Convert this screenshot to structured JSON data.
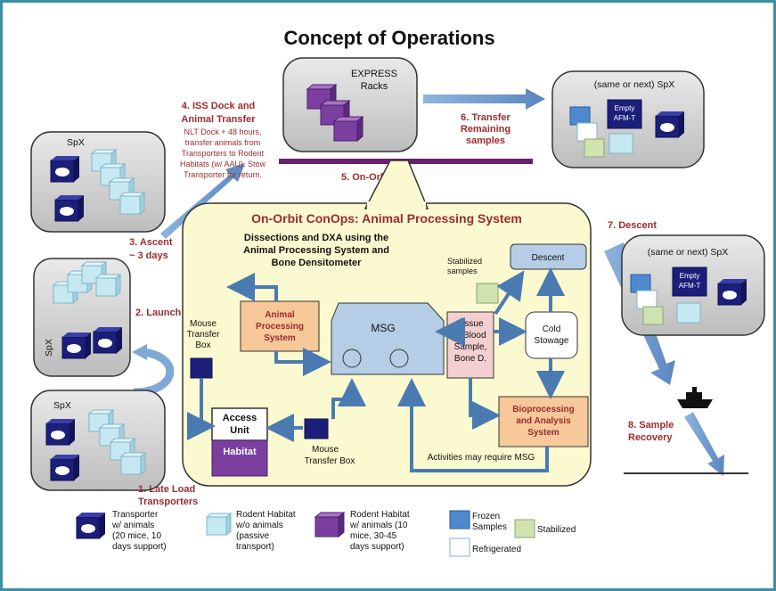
{
  "title": "Concept of Operations",
  "express": {
    "label1": "EXPRESS",
    "label2": "Racks"
  },
  "spx_top_right": {
    "label": "(same or next) SpX",
    "empty1": "Empty",
    "empty2": "AFM-T"
  },
  "spx_right": {
    "label": "(same or next) SpX",
    "empty1": "Empty",
    "empty2": "AFM-T"
  },
  "spx_left_top": {
    "label": "SpX"
  },
  "spx_left_mid": {
    "label": "SpX"
  },
  "spx_left_bottom": {
    "label": "SpX"
  },
  "steps": {
    "s1a": "1. Late Load",
    "s1b": "Transporters",
    "s2": "2. Launch",
    "s3a": "3. Ascent",
    "s3b": "~ 3 days",
    "s4a": "4.  ISS Dock and",
    "s4b": "Animal Transfer",
    "s4_desc": [
      "NLT Dock + 48 hours,",
      "transfer animals from",
      "Transporters to Rodent",
      "Habitats (w/ AAU). Stow",
      "Transporter for return."
    ],
    "s5": "5. On-Orbit",
    "s6a": "6. Transfer",
    "s6b": "Remaining",
    "s6c": "samples",
    "s7": "7. Descent",
    "s8a": "8. Sample",
    "s8b": "Recovery"
  },
  "onorbit": {
    "title": "On-Orbit ConOps: Animal Processing System",
    "subtitle": [
      "Dissections and DXA using the",
      "Animal Processing System and",
      "Bone Densitometer"
    ],
    "stabilized_samples": [
      "Stabilized",
      "samples"
    ],
    "descent": "Descent",
    "animal_processing": [
      "Animal",
      "Processing",
      "System"
    ],
    "mouse_transfer_box_top": [
      "Mouse",
      "Transfer",
      "Box"
    ],
    "msg": "MSG",
    "tissue": [
      "Tissue",
      "& Blood",
      "Sample,",
      "Bone D."
    ],
    "cold_stowage": [
      "Cold",
      "Stowage"
    ],
    "bioprocessing": [
      "Bioprocessing",
      "and Analysis",
      "System"
    ],
    "access_unit": [
      "Access",
      "Unit"
    ],
    "habitat": "Habitat",
    "mouse_transfer_box_bottom": [
      "Mouse",
      "Transfer Box"
    ],
    "activities": "Activities may require MSG"
  },
  "legend": {
    "transporter": [
      "Transporter",
      "w/ animals",
      "(20 mice, 10",
      "days support)"
    ],
    "rodent_empty": [
      "Rodent Habitat",
      "w/o animals",
      "(passive",
      "transport)"
    ],
    "rodent_full": [
      "Rodent Habitat",
      "w/ animals (10",
      "mice, 30-45",
      "days support)"
    ],
    "frozen": [
      "Frozen",
      "Samples"
    ],
    "stabilized": "Stabilized",
    "refrigerated": "Refrigerated"
  },
  "colors": {
    "frame": "#3b8fa6",
    "step_text": "#9c2b2e",
    "transporter": "#1c1f7a",
    "rodent_habitat": "#b9e3ef",
    "habitat_purple": "#7b3fa0",
    "onorbit_bg": "#fbf9cf",
    "orange_box": "#f6c89a",
    "pink_box": "#f3cfcf",
    "blue_box": "#b5cde6",
    "arrow_blue": "#5b86b5",
    "orbit_line": "#6b1f72"
  }
}
